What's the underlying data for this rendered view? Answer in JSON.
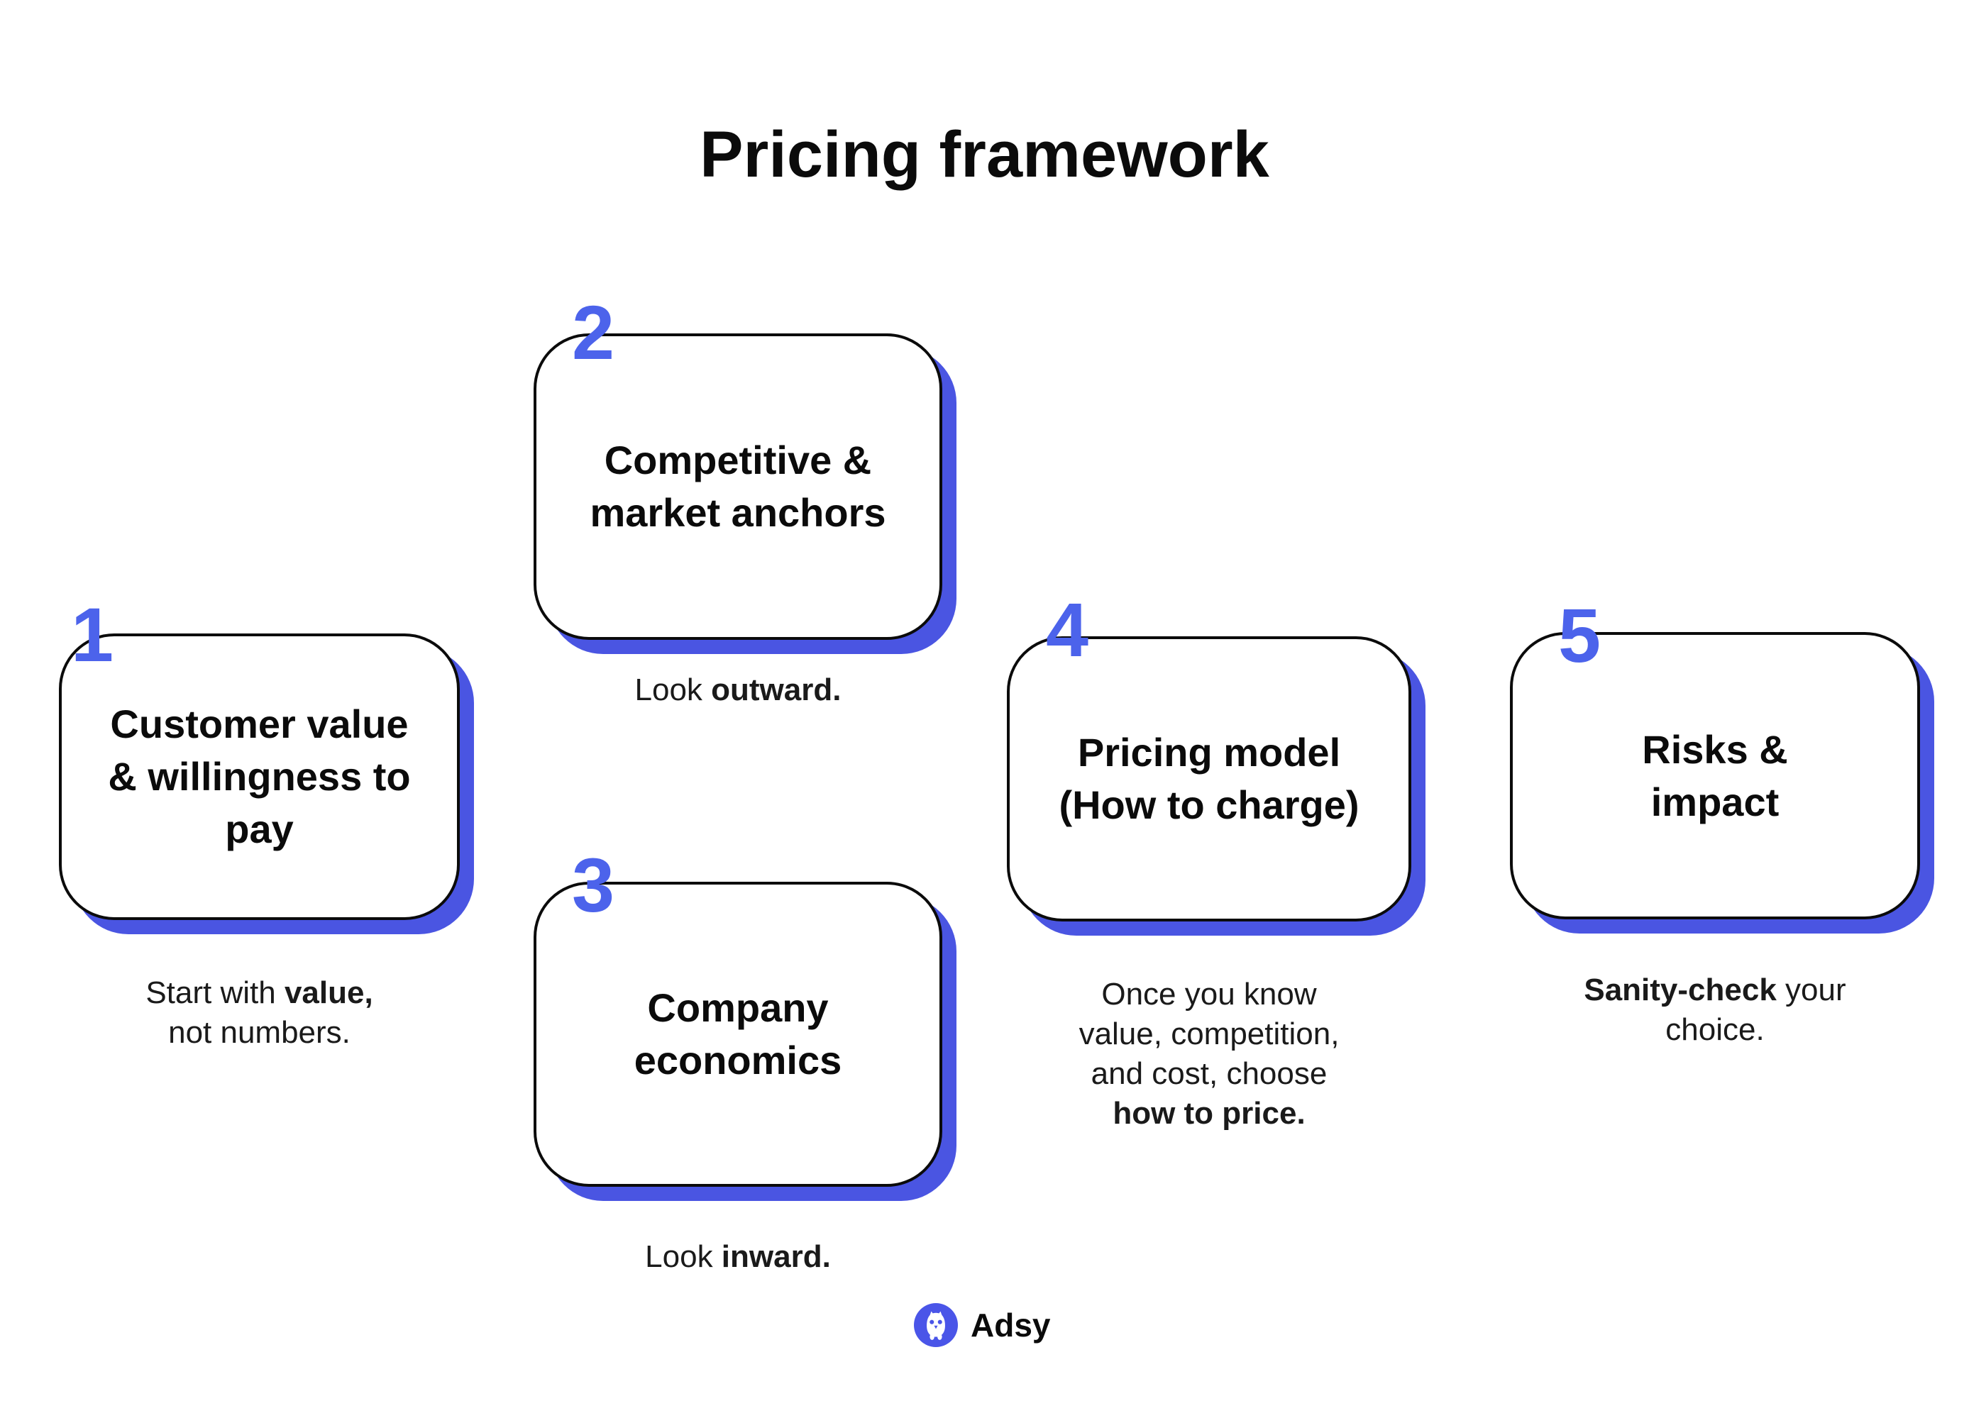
{
  "title": "Pricing framework",
  "colors": {
    "accent": "#4A55E2",
    "number": "#4C63EB",
    "logo": "#4A55E8",
    "ink": "#0B0B0B"
  },
  "steps": [
    {
      "number": "1",
      "box_title": "Customer value\n& willingness to\npay",
      "caption": [
        [
          {
            "text": "Start with ",
            "bold": false
          },
          {
            "text": "value",
            "bold": true
          },
          {
            "text": ",",
            "bold": true
          }
        ],
        [
          {
            "text": "not numbers.",
            "bold": false
          }
        ]
      ]
    },
    {
      "number": "2",
      "box_title": "Competitive &\nmarket anchors",
      "caption": [
        [
          {
            "text": "Look ",
            "bold": false
          },
          {
            "text": "outward",
            "bold": true
          },
          {
            "text": ".",
            "bold": true
          }
        ]
      ]
    },
    {
      "number": "3",
      "box_title": "Company\neconomics",
      "caption": [
        [
          {
            "text": "Look ",
            "bold": false
          },
          {
            "text": "inward",
            "bold": true
          },
          {
            "text": ".",
            "bold": true
          }
        ]
      ]
    },
    {
      "number": "4",
      "box_title": "Pricing model\n(How to charge)",
      "caption": [
        [
          {
            "text": "Once you know",
            "bold": false
          }
        ],
        [
          {
            "text": "value, competition,",
            "bold": false
          }
        ],
        [
          {
            "text": "and cost, choose",
            "bold": false
          }
        ],
        [
          {
            "text": "how to price",
            "bold": true
          },
          {
            "text": ".",
            "bold": true
          }
        ]
      ]
    },
    {
      "number": "5",
      "box_title": "Risks &\nimpact",
      "caption": [
        [
          {
            "text": "Sanity-check",
            "bold": true
          },
          {
            "text": " your",
            "bold": false
          }
        ],
        [
          {
            "text": "choice.",
            "bold": false
          }
        ]
      ]
    }
  ],
  "footer": {
    "brand": "Adsy",
    "logo_icon": "owl-icon"
  }
}
